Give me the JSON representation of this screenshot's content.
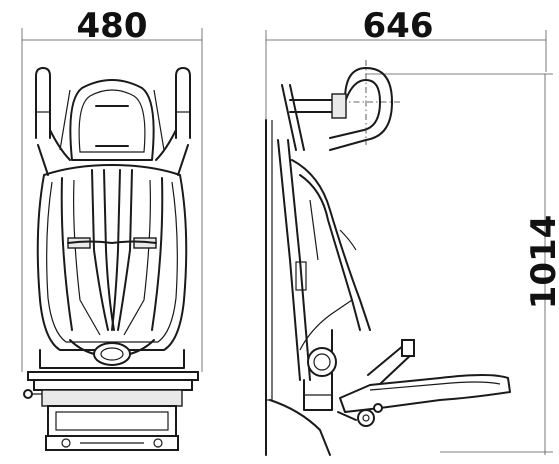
{
  "dimensions": {
    "width": "480",
    "depth": "646",
    "height": "1014"
  },
  "colors": {
    "line": "#1a1a1a",
    "background": "#ffffff",
    "text": "#111111"
  }
}
